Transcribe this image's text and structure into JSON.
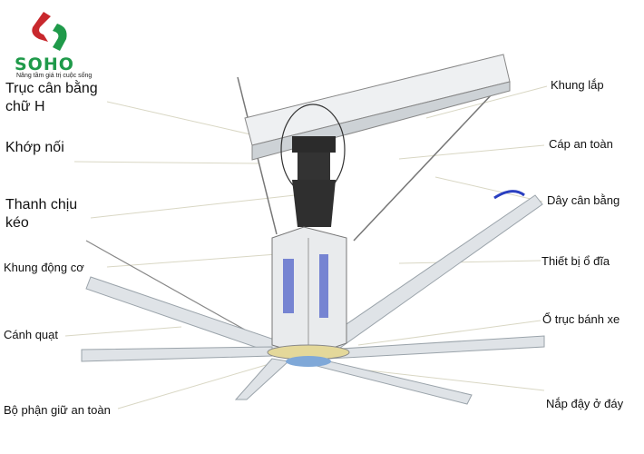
{
  "logo": {
    "brand": "SOHO",
    "tagline": "Nâng tầm giá trị cuộc sống"
  },
  "labels_left": [
    "Trục cân bằng chữ H",
    "Khớp nối",
    "Thanh chịu kéo",
    "Khung động cơ",
    "Cánh quạt",
    "Bộ phận giữ an toàn"
  ],
  "labels_left_lines": {
    "truc_1": "Trục cân bằng",
    "truc_2": "chữ H",
    "thanh_1": "Thanh chịu",
    "thanh_2": "kéo"
  },
  "labels_right": [
    "Khung lắp",
    "Cáp an toàn",
    "Dây cân bằng",
    "Thiết bị ổ đĩa",
    "Ổ trục bánh xe",
    "Nắp đậy ở đáy"
  ],
  "colors": {
    "logo_red": "#c8282d",
    "logo_green": "#1f9a4a",
    "blade": "#d8dde2",
    "motor": "#e8eaec",
    "balance_ring": "#2a3fc0"
  }
}
